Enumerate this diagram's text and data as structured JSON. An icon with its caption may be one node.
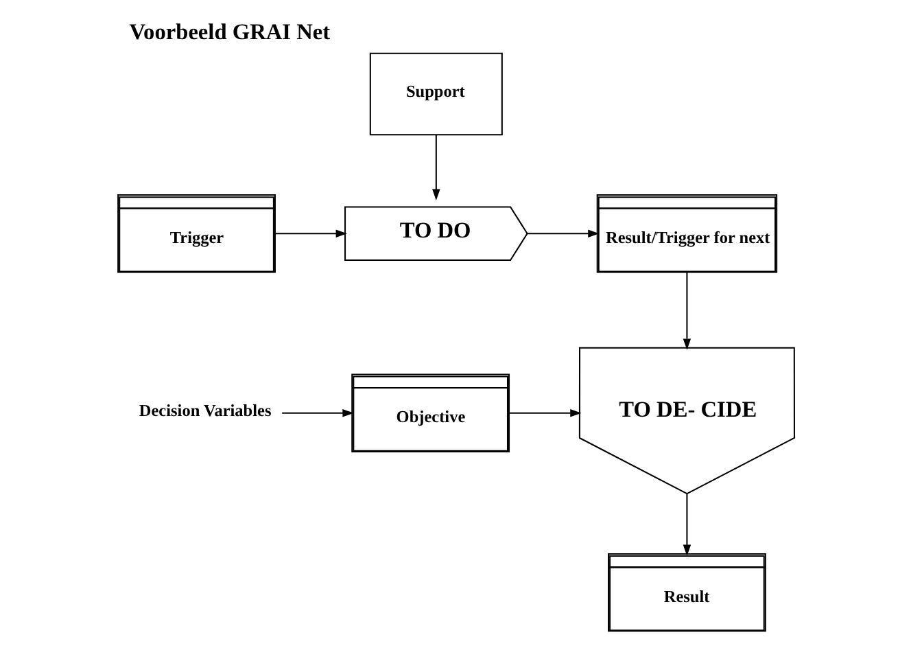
{
  "diagram": {
    "title": "Voorbeeld GRAI Net",
    "nodes": [
      {
        "text": [
          "Support"
        ]
      },
      {
        "text": [
          "Trigger"
        ]
      },
      {
        "text": [
          "TO DO"
        ]
      },
      {
        "text": [
          "Result/Trigger for next"
        ]
      },
      {
        "text": [
          "Decision Variables"
        ]
      },
      {
        "text": [
          "Objective"
        ]
      },
      {
        "text": [
          "TO DE- CIDE"
        ]
      },
      {
        "text": [
          "Result"
        ]
      }
    ],
    "edges": [
      {
        "from": 0,
        "to": 2,
        "arrow": "to"
      },
      {
        "from": 1,
        "to": 2,
        "arrow": "to"
      },
      {
        "from": 2,
        "to": 3,
        "arrow": "to"
      },
      {
        "from": 3,
        "to": 6,
        "arrow": "to"
      },
      {
        "from": 4,
        "to": 5,
        "arrow": "to"
      },
      {
        "from": 5,
        "to": 6,
        "arrow": "to"
      },
      {
        "from": 6,
        "to": 7,
        "arrow": "to"
      }
    ]
  }
}
